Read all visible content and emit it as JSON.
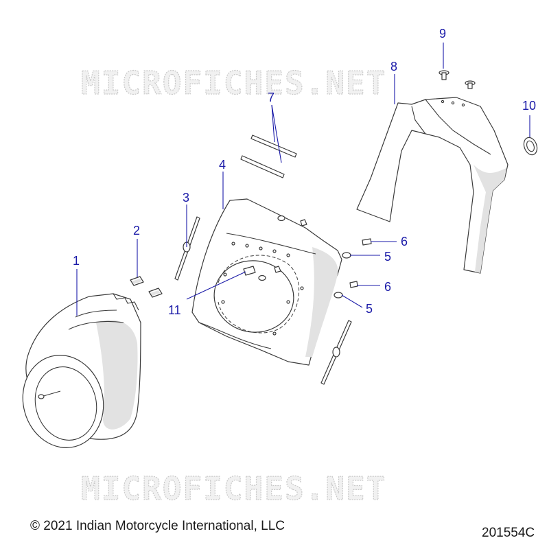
{
  "watermark": {
    "top": "MICROFICHES.NET",
    "bottom": "MICROFICHES.NET"
  },
  "callouts": {
    "c1": "1",
    "c2": "2",
    "c3": "3",
    "c4": "4",
    "c5a": "5",
    "c5b": "5",
    "c6a": "6",
    "c6b": "6",
    "c7": "7",
    "c8": "8",
    "c9": "9",
    "c10": "10",
    "c11": "11"
  },
  "footer": {
    "copyright": "© 2021 Indian Motorcycle International, LLC",
    "diagram_id": "201554C"
  },
  "colors": {
    "callout": "#1a1aa8",
    "outline": "#3a3a3a",
    "watermark": "#c9c9c9"
  }
}
